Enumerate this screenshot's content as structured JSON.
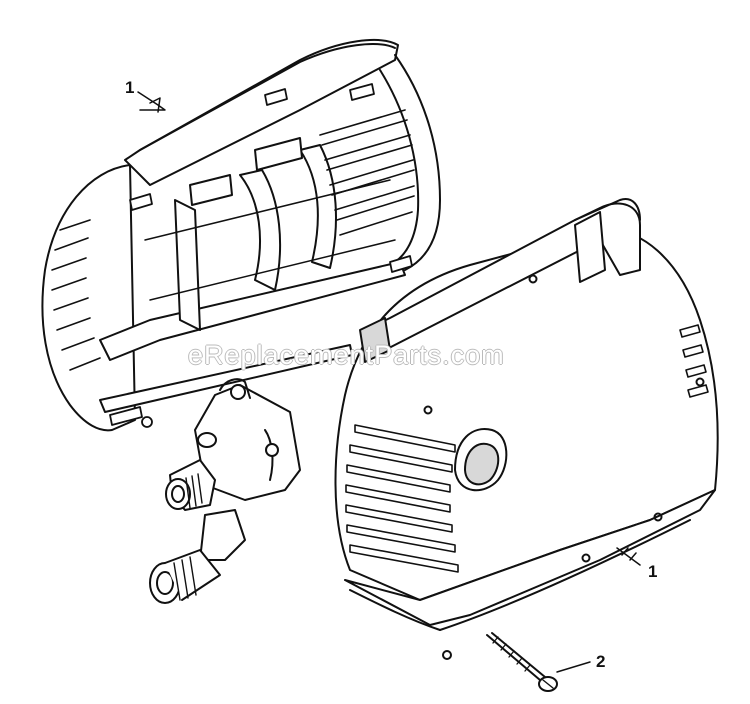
{
  "callouts": [
    {
      "id": "left-housing",
      "label": "1"
    },
    {
      "id": "right-housing",
      "label": "1"
    },
    {
      "id": "screw",
      "label": "2"
    }
  ],
  "watermark": "eReplacementParts.com",
  "colors": {
    "line": "#111111",
    "fill": "#ffffff",
    "shade": "#d8d8d8",
    "watermark": "#bbbbbb"
  }
}
